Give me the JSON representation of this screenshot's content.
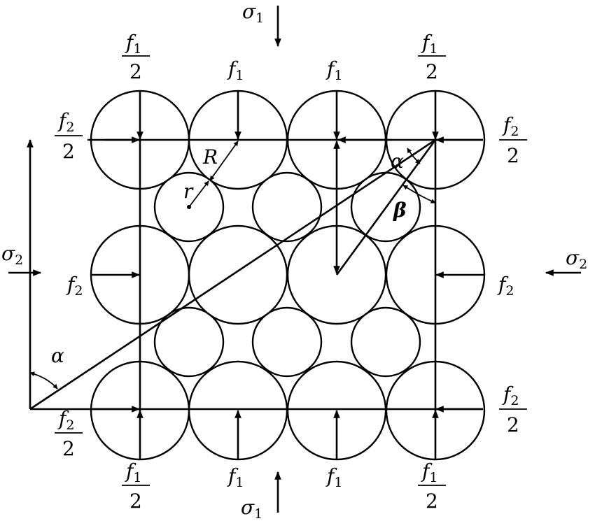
{
  "labels": {
    "sigma": "σ",
    "sigma1_sub": "1",
    "sigma2_sub": "2",
    "f": "f",
    "f1_sub": "1",
    "f2_sub": "2",
    "half_denominator": "2",
    "radius_large": "R",
    "radius_small": "r",
    "angle_alpha": "α",
    "angle_beta": "β"
  },
  "colors": {
    "ink": "#000000",
    "background": "#ffffff"
  }
}
